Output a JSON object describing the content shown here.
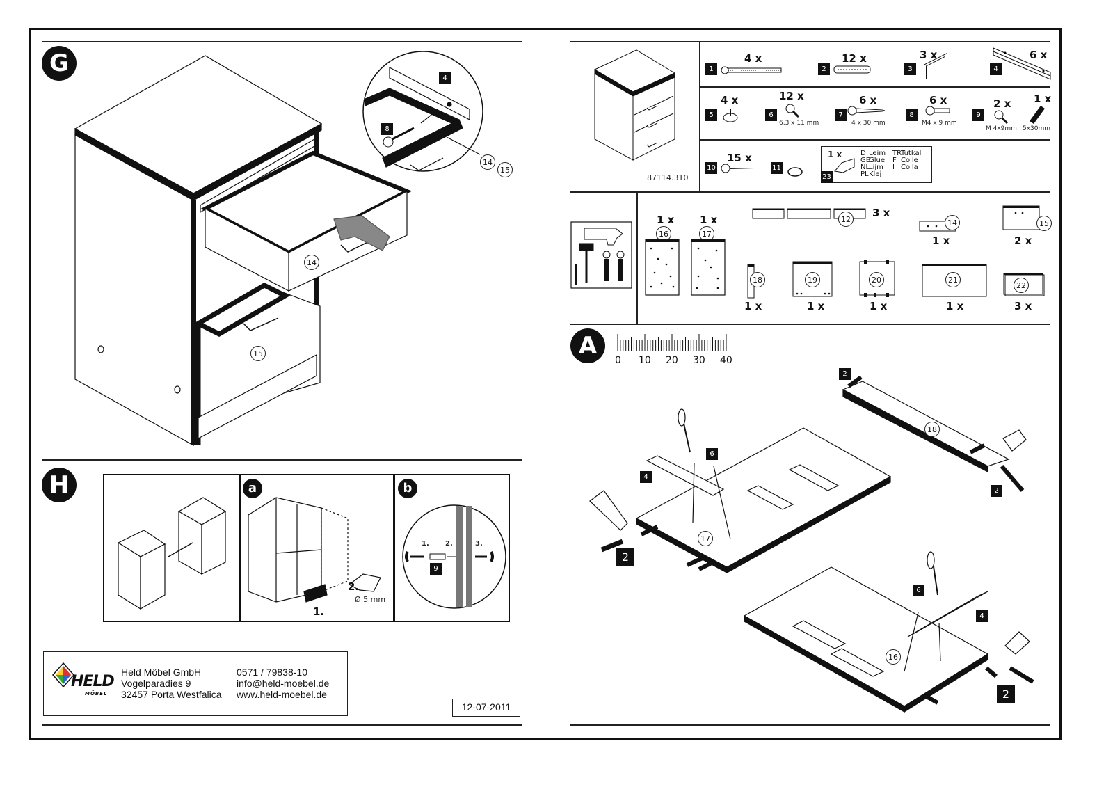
{
  "steps": {
    "g": "G",
    "h": "H",
    "a": "A",
    "sub_a": "a",
    "sub_b": "b"
  },
  "step_g": {
    "part_4": "4",
    "part_8": "8",
    "ref_14": "14",
    "ref_15": "15"
  },
  "step_h": {
    "drill_step_1": "1.",
    "drill_step_2": "2.",
    "drill_size": "Ø 5 mm",
    "seq_1": "1.",
    "seq_2": "2.",
    "seq_3": "3.",
    "part_9": "9"
  },
  "company": {
    "logo_text": "HELD",
    "logo_sub": "MÖBEL",
    "name": "Held Möbel GmbH",
    "street": "Vogelparadies 9",
    "city": "32457 Porta Westfalica",
    "phone": "0571 / 79838-10",
    "email": "info@held-moebel.de",
    "web": "www.held-moebel.de"
  },
  "date": "12-07-2011",
  "article_number": "87114.310",
  "hardware": [
    {
      "id": "1",
      "qty": "4 x"
    },
    {
      "id": "2",
      "qty": "12 x"
    },
    {
      "id": "3",
      "qty": "3 x"
    },
    {
      "id": "4",
      "qty": "6 x"
    },
    {
      "id": "5",
      "qty": "4 x"
    },
    {
      "id": "6",
      "qty": "12 x",
      "size": "6,3 x 11 mm"
    },
    {
      "id": "7",
      "qty": "6 x",
      "size": "4 x 30 mm"
    },
    {
      "id": "8",
      "qty": "6 x",
      "size": "M4 x 9 mm"
    },
    {
      "id": "9",
      "qty": "2 x",
      "size": "M 4x9mm"
    },
    {
      "id": "9b",
      "qty": "1 x",
      "size": "5x30mm"
    },
    {
      "id": "10",
      "qty": "15 x"
    },
    {
      "id": "11",
      "qty": ""
    },
    {
      "id": "23",
      "qty": "1 x"
    }
  ],
  "glue_langs": [
    [
      "D",
      "Leim",
      "TR",
      "Tutkal"
    ],
    [
      "GB",
      "Glue",
      "F",
      "Colle"
    ],
    [
      "NL",
      "Lijm",
      "I",
      "Colla"
    ],
    [
      "PL",
      "Klej",
      "",
      ""
    ]
  ],
  "panels": [
    {
      "id": "16",
      "qty": "1 x"
    },
    {
      "id": "17",
      "qty": "1 x"
    },
    {
      "id": "12",
      "qty": "3 x"
    },
    {
      "id": "14",
      "qty": "1 x"
    },
    {
      "id": "15",
      "qty": "2 x"
    },
    {
      "id": "18",
      "qty": "1 x"
    },
    {
      "id": "19",
      "qty": "1 x"
    },
    {
      "id": "20",
      "qty": "1 x"
    },
    {
      "id": "21",
      "qty": "1 x"
    },
    {
      "id": "22",
      "qty": "3 x"
    }
  ],
  "scale_ruler": {
    "ticks": [
      "0",
      "10",
      "20",
      "30",
      "40"
    ]
  },
  "step_a": {
    "part_2a": "2",
    "part_2b": "2",
    "part_2c": "2",
    "part_2d": "2",
    "part_4a": "4",
    "part_4b": "4",
    "part_6a": "6",
    "part_6b": "6",
    "ref_17": "17",
    "ref_16": "16",
    "ref_18": "18"
  },
  "colors": {
    "ink": "#111111",
    "panel_edge": "#111111",
    "arrow_fill": "#888888"
  }
}
